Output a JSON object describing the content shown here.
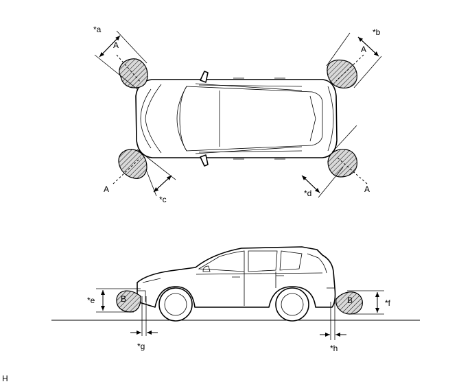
{
  "top_view": {
    "label_a": "*a",
    "label_b": "*b",
    "label_c": "*c",
    "label_d": "*d",
    "zone_label": "A"
  },
  "side_view": {
    "label_e": "*e",
    "label_f": "*f",
    "label_g": "*g",
    "label_h": "*h",
    "zone_label": "B"
  },
  "footer": {
    "code": "H"
  }
}
